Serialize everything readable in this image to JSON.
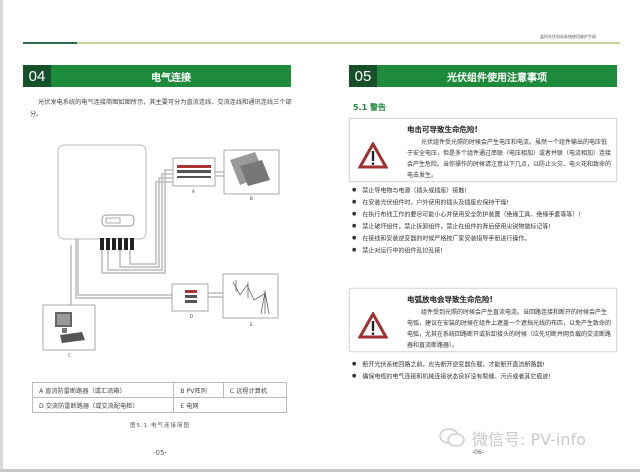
{
  "header": {
    "running_title": "晶科光伏电站系统使用维护手册"
  },
  "left": {
    "section_num": "04",
    "section_title": "电气连接",
    "intro": "光伏发电系统的电气连接简图如图所示，其主要可分为直流连线、交流连线和通讯连线三个部分。",
    "diagram_labels": {
      "a": "A",
      "b": "B",
      "c": "C",
      "d": "D",
      "e": "E"
    },
    "legend": [
      [
        "A  直流防雷断路器（或汇流箱）",
        "B  PV阵列",
        "C  远程计算机"
      ],
      [
        "D  交流防雷断路器（或交流配电柜）",
        "E  电网",
        ""
      ]
    ],
    "caption": "图5.1 电气连接简图",
    "page": "-05-"
  },
  "right": {
    "section_num": "05",
    "section_title": "光伏组件使用注意事项",
    "subsection": "5.1 警告",
    "warning1": {
      "title": "电击可导致生命危险!",
      "text": "光伏组件受光照的时候会产生电压和电流。虽然一个组件输出的电压低于安全电压，但是多个组件通过串联（电压相加）或者并联（电流相加）连接会产生危险。当你操作的时候请注意以下几点，以防止火灾、电火花和致命的电击发生。"
    },
    "bullets1": [
      "禁止导电物与电源（插头或插座）接触!",
      "在安装光伏组件时，户外使用的插头及插座应保持干燥!",
      "在执行布线工作的要尽可能小心并使用安全防护装置（绝缘工具、绝缘手套等等）!",
      "禁止破坏组件，禁止拆卸组件，禁止在组件的背后使用尖锐物做标记等!",
      "在接线和安装逆变器的时候严格按厂家安装指导手册进行操作。",
      "禁止对运行中的组件乱拉乱接!"
    ],
    "warning2": {
      "title": "电弧放电会导致生命危险!",
      "text": "组件受到光照的时候会产生直流电流。当回路连接和断开的时候会产生电弧，建议在安装的时候在组件上遮盖一个遮挡光线的布匹，以免产生致命的电弧，尤其在系统回路断开或拆卸接头的时候（应先切断并网负载的交流断路器和直流断路器）。"
    },
    "bullets2": [
      "断开光伏系统回路之前，应先断开逆变器负载，才能断开直流断路器!",
      "确保电缆的电气连接和机械连接状态良好没有裂缝、污点或者其它痕迹!"
    ],
    "page": "-06-",
    "watermark": "微信号: PV-info"
  }
}
